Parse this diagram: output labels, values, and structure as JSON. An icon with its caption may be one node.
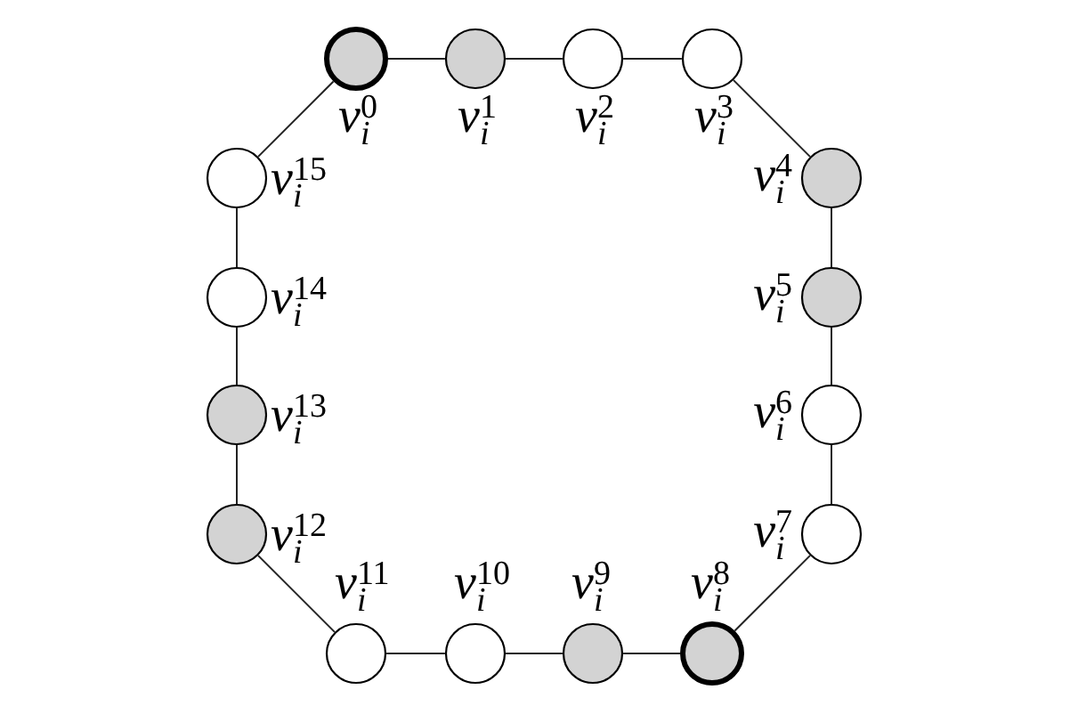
{
  "diagram": {
    "nodes": [
      {
        "text": [],
        "shape": "circle",
        "beside": [
          "v$_{i}$$^{0}$"
        ]
      },
      {
        "text": [],
        "shape": "circle",
        "beside": [
          "v$_{i}$$^{1}$"
        ]
      },
      {
        "text": [],
        "shape": "circle",
        "beside": [
          "v$_{i}$$^{2}$"
        ]
      },
      {
        "text": [],
        "shape": "circle",
        "beside": [
          "v$_{i}$$^{3}$"
        ]
      },
      {
        "text": [],
        "shape": "circle",
        "beside": [
          "v$_{i}$$^{4}$"
        ]
      },
      {
        "text": [],
        "shape": "circle",
        "beside": [
          "v$_{i}$$^{5}$"
        ]
      },
      {
        "text": [],
        "shape": "circle",
        "beside": [
          "v$_{i}$$^{6}$"
        ]
      },
      {
        "text": [],
        "shape": "circle",
        "beside": [
          "v$_{i}$$^{7}$"
        ]
      },
      {
        "text": [],
        "shape": "circle",
        "beside": [
          "v$_{i}$$^{8}$"
        ]
      },
      {
        "text": [],
        "shape": "circle",
        "beside": [
          "v$_{i}$$^{9}$"
        ]
      },
      {
        "text": [],
        "shape": "circle",
        "beside": [
          "v$_{i}$$^{10}$"
        ]
      },
      {
        "text": [],
        "shape": "circle",
        "beside": [
          "v$_{i}$$^{11}$"
        ]
      },
      {
        "text": [],
        "shape": "circle",
        "beside": [
          "v$_{i}$$^{12}$"
        ]
      },
      {
        "text": [],
        "shape": "circle",
        "beside": [
          "v$_{i}$$^{13}$"
        ]
      },
      {
        "text": [],
        "shape": "circle",
        "beside": [
          "v$_{i}$$^{14}$"
        ]
      },
      {
        "text": [],
        "shape": "circle",
        "beside": [
          "v$_{i}$$^{15}$"
        ]
      }
    ],
    "edges": [
      {
        "from": 0,
        "to": 1,
        "arrow": "none"
      },
      {
        "from": 1,
        "to": 2,
        "arrow": "none"
      },
      {
        "from": 2,
        "to": 3,
        "arrow": "none"
      },
      {
        "from": 3,
        "to": 4,
        "arrow": "none"
      },
      {
        "from": 4,
        "to": 5,
        "arrow": "none"
      },
      {
        "from": 5,
        "to": 6,
        "arrow": "none"
      },
      {
        "from": 6,
        "to": 7,
        "arrow": "none"
      },
      {
        "from": 7,
        "to": 8,
        "arrow": "none"
      },
      {
        "from": 8,
        "to": 9,
        "arrow": "none"
      },
      {
        "from": 9,
        "to": 10,
        "arrow": "none"
      },
      {
        "from": 10,
        "to": 11,
        "arrow": "none"
      },
      {
        "from": 11,
        "to": 12,
        "arrow": "none"
      },
      {
        "from": 12,
        "to": 13,
        "arrow": "none"
      },
      {
        "from": 13,
        "to": 14,
        "arrow": "none"
      },
      {
        "from": 14,
        "to": 15,
        "arrow": "none"
      },
      {
        "from": 15,
        "to": 0,
        "arrow": "none"
      }
    ]
  }
}
